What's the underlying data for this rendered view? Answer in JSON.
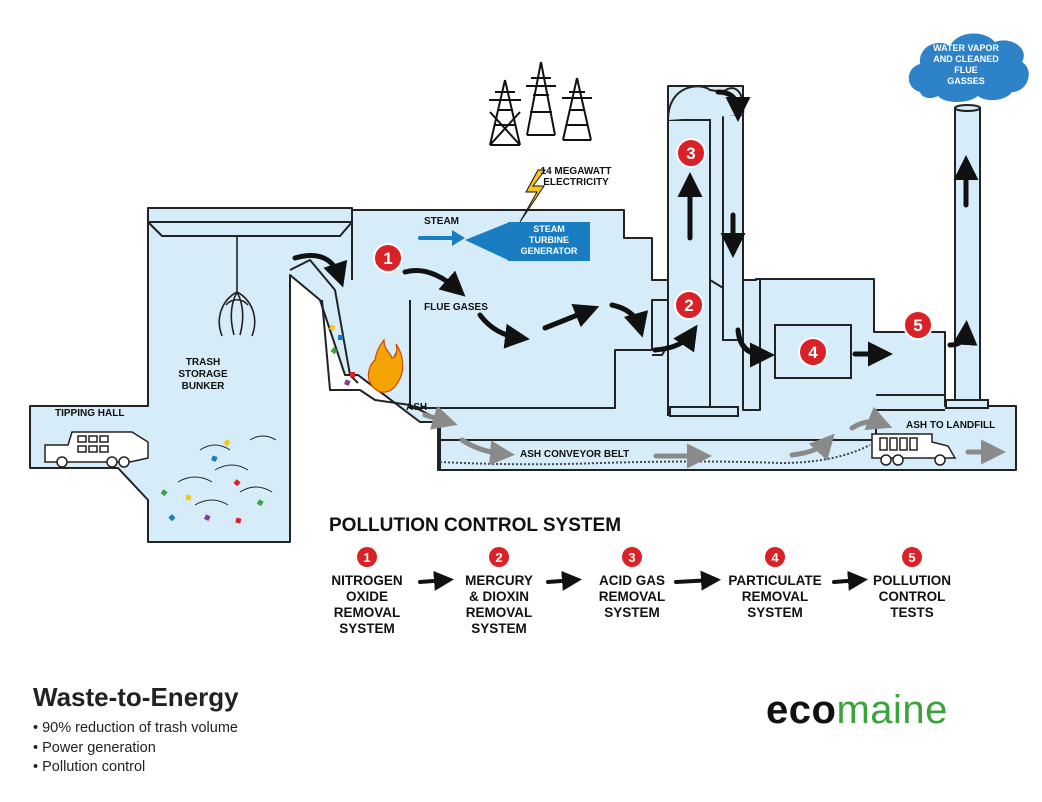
{
  "labels": {
    "tipping_hall": "TIPPING HALL",
    "bunker": [
      "TRASH",
      "STORAGE",
      "BUNKER"
    ],
    "steam": "STEAM",
    "flue_gases": "FLUE GASES",
    "ash": "ASH",
    "ash_conveyor": "ASH CONVEYOR BELT",
    "ash_landfill": "ASH TO LANDFILL",
    "megawatt": [
      "14 MEGAWATT",
      "ELECTRICITY"
    ],
    "turbine": [
      "STEAM",
      "TURBINE",
      "GENERATOR"
    ],
    "cloud": [
      "WATER VAPOR",
      "AND CLEANED",
      "FLUE",
      "GASSES"
    ]
  },
  "diagram_numbers": [
    "1",
    "2",
    "3",
    "4",
    "5"
  ],
  "pollution_control": {
    "title": "POLLUTION CONTROL SYSTEM",
    "steps": [
      {
        "num": "1",
        "lines": [
          "NITROGEN",
          "OXIDE",
          "REMOVAL",
          "SYSTEM"
        ]
      },
      {
        "num": "2",
        "lines": [
          "MERCURY",
          "& DIOXIN",
          "REMOVAL",
          "SYSTEM"
        ]
      },
      {
        "num": "3",
        "lines": [
          "ACID GAS",
          "REMOVAL",
          "SYSTEM"
        ]
      },
      {
        "num": "4",
        "lines": [
          "PARTICULATE",
          "REMOVAL",
          "SYSTEM"
        ]
      },
      {
        "num": "5",
        "lines": [
          "POLLUTION",
          "CONTROL",
          "TESTS"
        ]
      }
    ]
  },
  "footer": {
    "title": "Waste-to-Energy",
    "bullets": [
      "90% reduction of trash volume",
      "Power generation",
      "Pollution control"
    ],
    "logo_part1": "eco",
    "logo_part2": "maine"
  },
  "colors": {
    "fill": "#d6ecf8",
    "outline": "#222222",
    "number_red": "#d92128",
    "turbine_blue": "#1a7cc1",
    "cloud_blue": "#2d82c8",
    "logo_green": "#3aa33a"
  }
}
